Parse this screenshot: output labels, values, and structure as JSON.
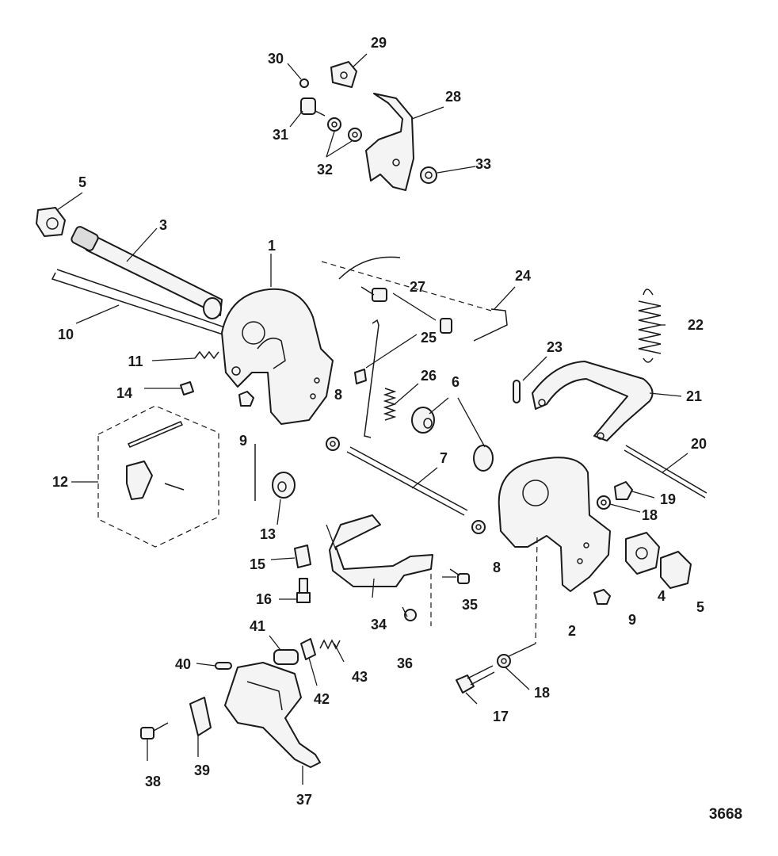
{
  "diagram": {
    "figure_number": "3668",
    "callouts": [
      "1",
      "2",
      "3",
      "4",
      "5",
      "6",
      "7",
      "8",
      "9",
      "10",
      "11",
      "12",
      "13",
      "14",
      "15",
      "16",
      "17",
      "18",
      "19",
      "20",
      "21",
      "22",
      "23",
      "24",
      "25",
      "26",
      "27",
      "28",
      "29",
      "30",
      "31",
      "32",
      "33",
      "34",
      "35",
      "36",
      "37",
      "38",
      "39",
      "40",
      "41",
      "42",
      "43"
    ]
  }
}
